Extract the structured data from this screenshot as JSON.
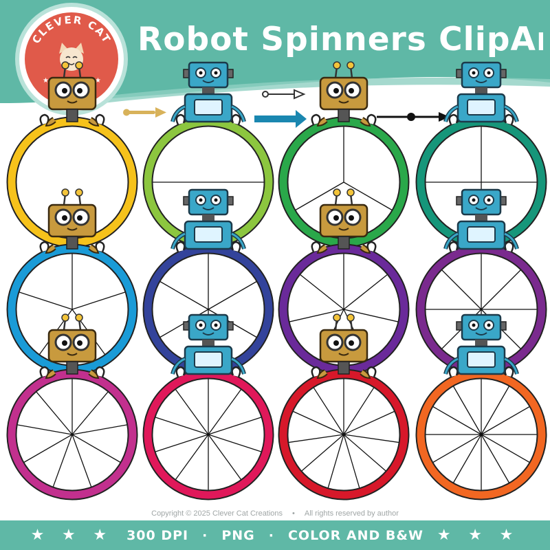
{
  "header": {
    "title": "Robot Spinners ClipArt",
    "logo_text": "CLEVER CAT"
  },
  "spinners": {
    "row1": [
      {
        "color": "#f6c21b",
        "sections": 1,
        "robot": "gold-bug-robot"
      },
      {
        "color": "#8cc63f",
        "sections": 2,
        "robot": "blue-tv-robot"
      },
      {
        "color": "#2aa84a",
        "sections": 3,
        "robot": "gold-bug-robot"
      },
      {
        "color": "#16967a",
        "sections": 4,
        "robot": "blue-tv-robot"
      }
    ],
    "row2": [
      {
        "color": "#1a9bd7",
        "sections": 5,
        "robot": "gold-bug-robot"
      },
      {
        "color": "#33439b",
        "sections": 6,
        "robot": "blue-tv-robot"
      },
      {
        "color": "#6a2a9a",
        "sections": 7,
        "robot": "gold-bug-robot"
      },
      {
        "color": "#7a2a8e",
        "sections": 8,
        "robot": "blue-tv-robot"
      }
    ],
    "row3": [
      {
        "color": "#c2308e",
        "sections": 9,
        "robot": "gold-bug-robot"
      },
      {
        "color": "#e0185a",
        "sections": 10,
        "robot": "blue-tv-robot"
      },
      {
        "color": "#d7182a",
        "sections": 11,
        "robot": "gold-bug-robot"
      },
      {
        "color": "#f26722",
        "sections": 12,
        "robot": "blue-tv-robot"
      }
    ]
  },
  "footer": {
    "copyright": "Copyright © 2025 Clever Cat Creations",
    "rights": "All rights reserved by author",
    "stars_left": "★ ★ ★",
    "stars_right": "★ ★ ★",
    "separator": "·",
    "dpi": "300 DPI",
    "format": "PNG",
    "color": "COLOR AND B&W"
  },
  "colors": {
    "header": "#5fb8a6",
    "banner_dark": "#4aa592",
    "logo_red": "#e05a4a",
    "robot_blue": "#3aa7c8",
    "robot_gold": "#c89a3e"
  }
}
